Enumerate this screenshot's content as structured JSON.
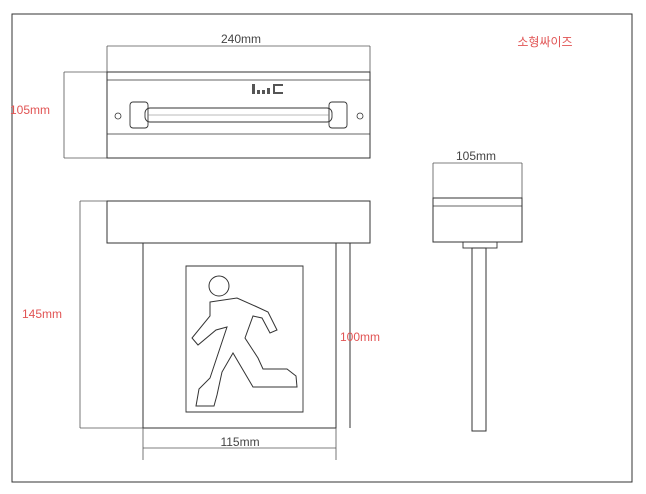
{
  "title": "소형싸이즈",
  "colors": {
    "line": "#333333",
    "dim_line": "#555555",
    "label_dark": "#444444",
    "label_red": "#e15454"
  },
  "dimensions": {
    "top_width": "240mm",
    "top_height": "105mm",
    "side_width": "105mm",
    "front_height": "145mm",
    "panel_height": "100mm",
    "panel_width": "115mm"
  },
  "icons": {
    "body_icon": "running-man-exit-pictogram",
    "top_logo": "brand-logo-mark"
  }
}
